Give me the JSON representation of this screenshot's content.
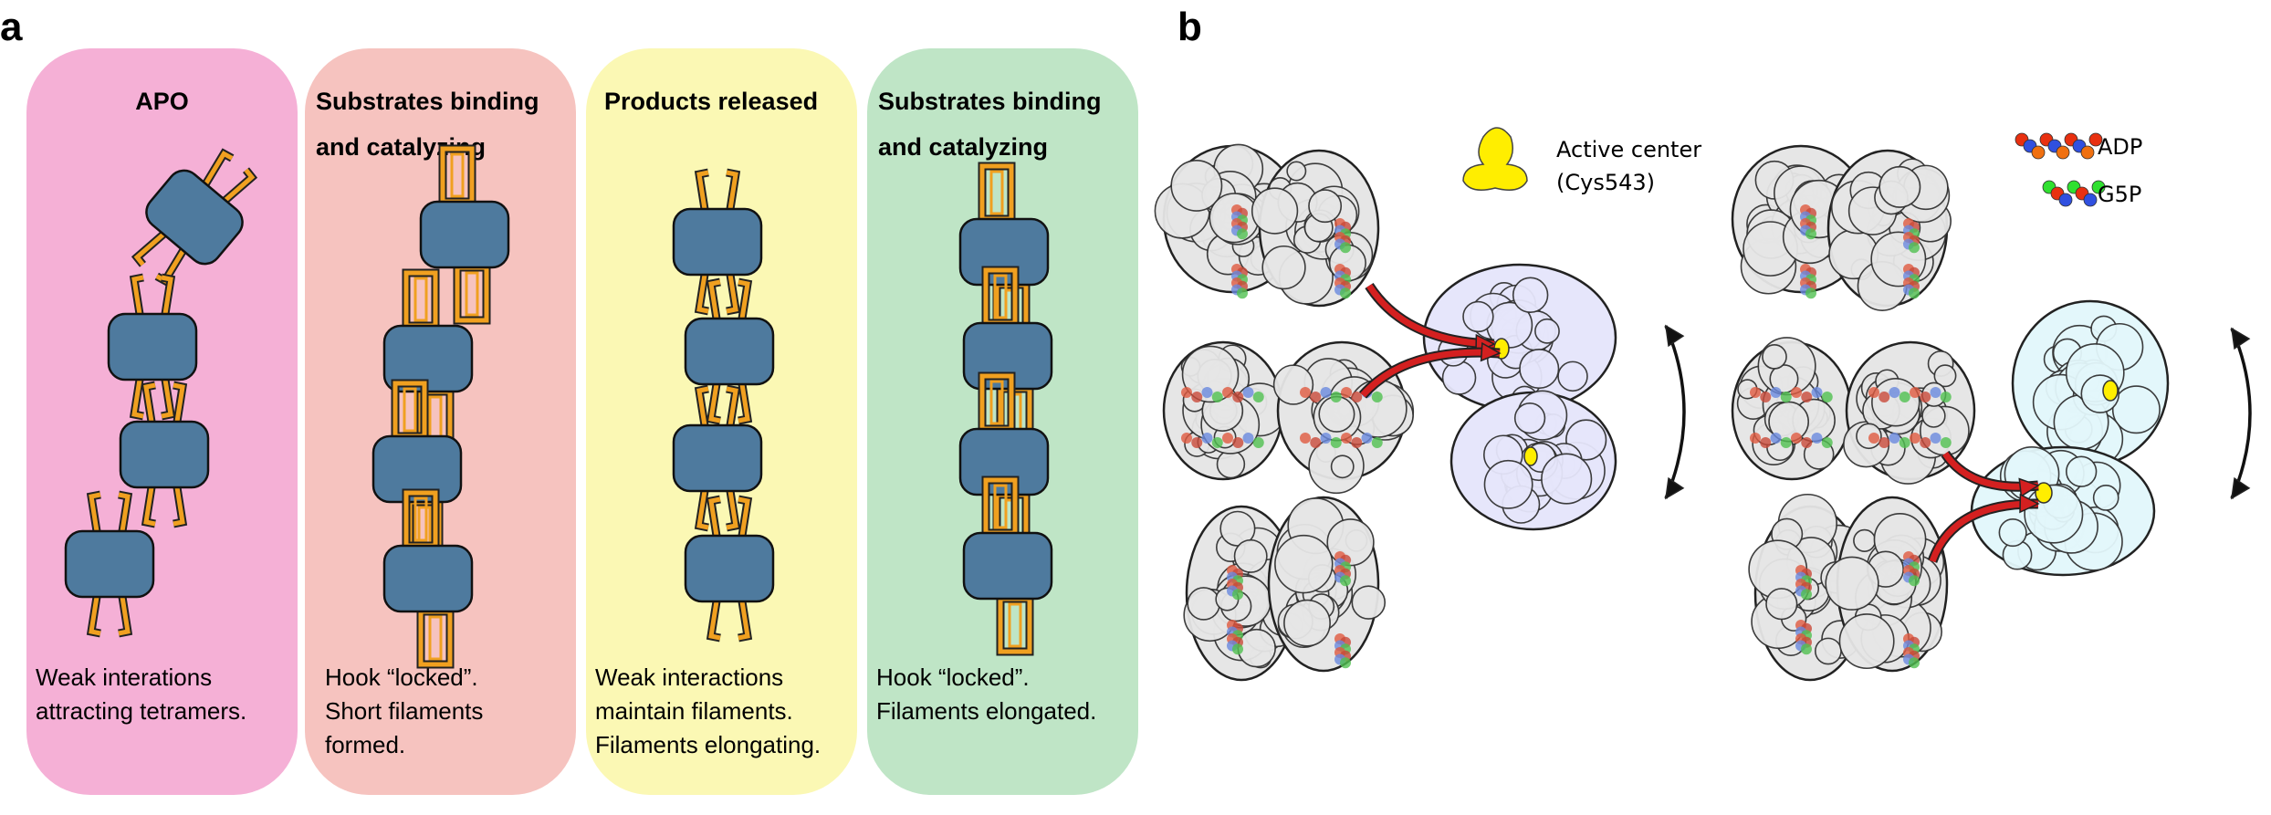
{
  "panel_a": {
    "label": "a",
    "panels": [
      {
        "title": [
          "APO"
        ],
        "description": [
          "Weak interations",
          "attracting tetramers."
        ],
        "color": "#f5b0d6",
        "state": "apo"
      },
      {
        "title": [
          "Substrates binding",
          "and catalyzing"
        ],
        "description": [
          "Hook “locked”.",
          "Short filaments",
          "formed."
        ],
        "color": "#f6c3bf",
        "state": "locked-short"
      },
      {
        "title": [
          "Products released"
        ],
        "description": [
          "Weak interactions",
          "maintain filaments.",
          "Filaments elongating."
        ],
        "color": "#fbf8b4",
        "state": "released"
      },
      {
        "title": [
          "Substrates binding",
          "and catalyzing"
        ],
        "description": [
          "Hook “locked”.",
          "Filaments elongated."
        ],
        "color": "#bfe5c6",
        "state": "locked-long"
      }
    ],
    "colors": {
      "tetramer": "#4e7a9e",
      "hook": "#f0a020"
    }
  },
  "panel_b": {
    "label": "b",
    "legend_left": {
      "line1": "Active center",
      "line2": "(Cys543)",
      "color": "#ffee00"
    },
    "legend_right": [
      {
        "label": "ADP",
        "colors": [
          "#e83010",
          "#3050e0",
          "#f07010"
        ]
      },
      {
        "label": "G5P",
        "colors": [
          "#30e030",
          "#e83010",
          "#3050e0"
        ]
      }
    ],
    "colors": {
      "filament": "#e6e6e6",
      "domain_left": "#e6e6fb",
      "domain_right": "#e3f7fb",
      "arrow": "#d42020"
    }
  }
}
